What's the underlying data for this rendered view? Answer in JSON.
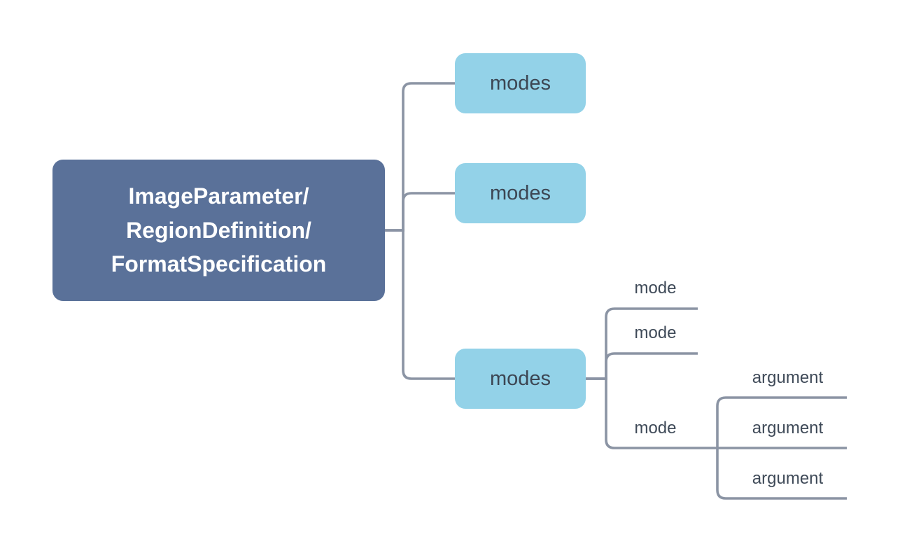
{
  "diagram": {
    "background_color": "#ffffff",
    "line_color": "#8b94a4",
    "label_text_color": "#3f4a58",
    "root": {
      "label_lines": {
        "0": "ImageParameter/",
        "1": "RegionDefinition/",
        "2": "FormatSpecification"
      },
      "fill": "#5a7199",
      "text_color": "#ffffff"
    },
    "level1_nodes": [
      {
        "label": "modes",
        "fill": "#93d2e8"
      },
      {
        "label": "modes",
        "fill": "#93d2e8"
      },
      {
        "label": "modes",
        "fill": "#93d2e8"
      }
    ],
    "level2_nodes": [
      {
        "label": "mode"
      },
      {
        "label": "mode"
      },
      {
        "label": "mode"
      }
    ],
    "level3_nodes": [
      {
        "label": "argument"
      },
      {
        "label": "argument"
      },
      {
        "label": "argument"
      }
    ]
  }
}
